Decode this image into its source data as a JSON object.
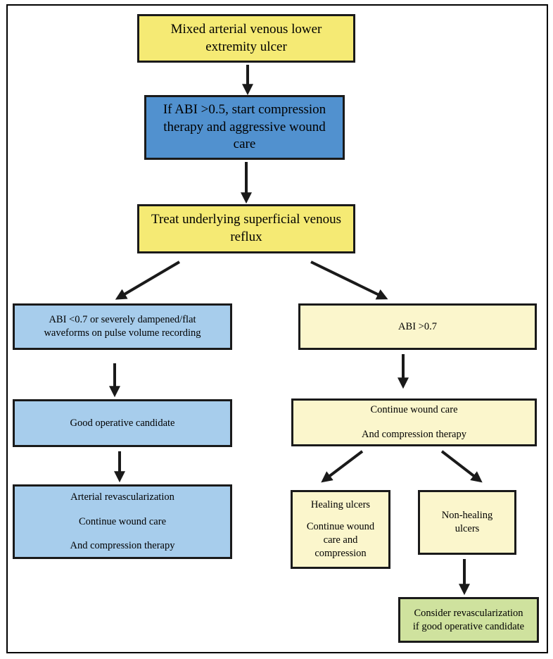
{
  "diagram": {
    "nodes": {
      "mixed": [
        "Mixed arterial venous lower",
        "extremity ulcer"
      ],
      "abi_05": [
        "If ABI >0.5, start compression",
        "therapy and aggressive wound",
        "care"
      ],
      "reflux": [
        "Treat underlying superficial venous",
        "reflux"
      ],
      "abi_lt": [
        "ABI <0.7 or severely dampened/flat",
        "waveforms on pulse volume recording"
      ],
      "abi_gt": [
        "ABI >0.7"
      ],
      "good_op": [
        "Good operative candidate"
      ],
      "continue": [
        "Continue wound care",
        "And compression therapy"
      ],
      "arterial": [
        "Arterial revascularization",
        "Continue wound care",
        "And compression therapy"
      ],
      "healing": [
        "Healing ulcers",
        "Continue wound",
        "care and",
        "compression"
      ],
      "nonhealing": [
        "Non-healing",
        "ulcers"
      ],
      "consider": [
        "Consider revascularization",
        "if good operative candidate"
      ]
    },
    "colors": {
      "yellow": "#f5ea74",
      "blue": "#5191cf",
      "light_blue": "#a7cdec",
      "cream": "#fbf6cc",
      "green": "#cfe29e",
      "arrow": "#1a1a1a"
    }
  }
}
